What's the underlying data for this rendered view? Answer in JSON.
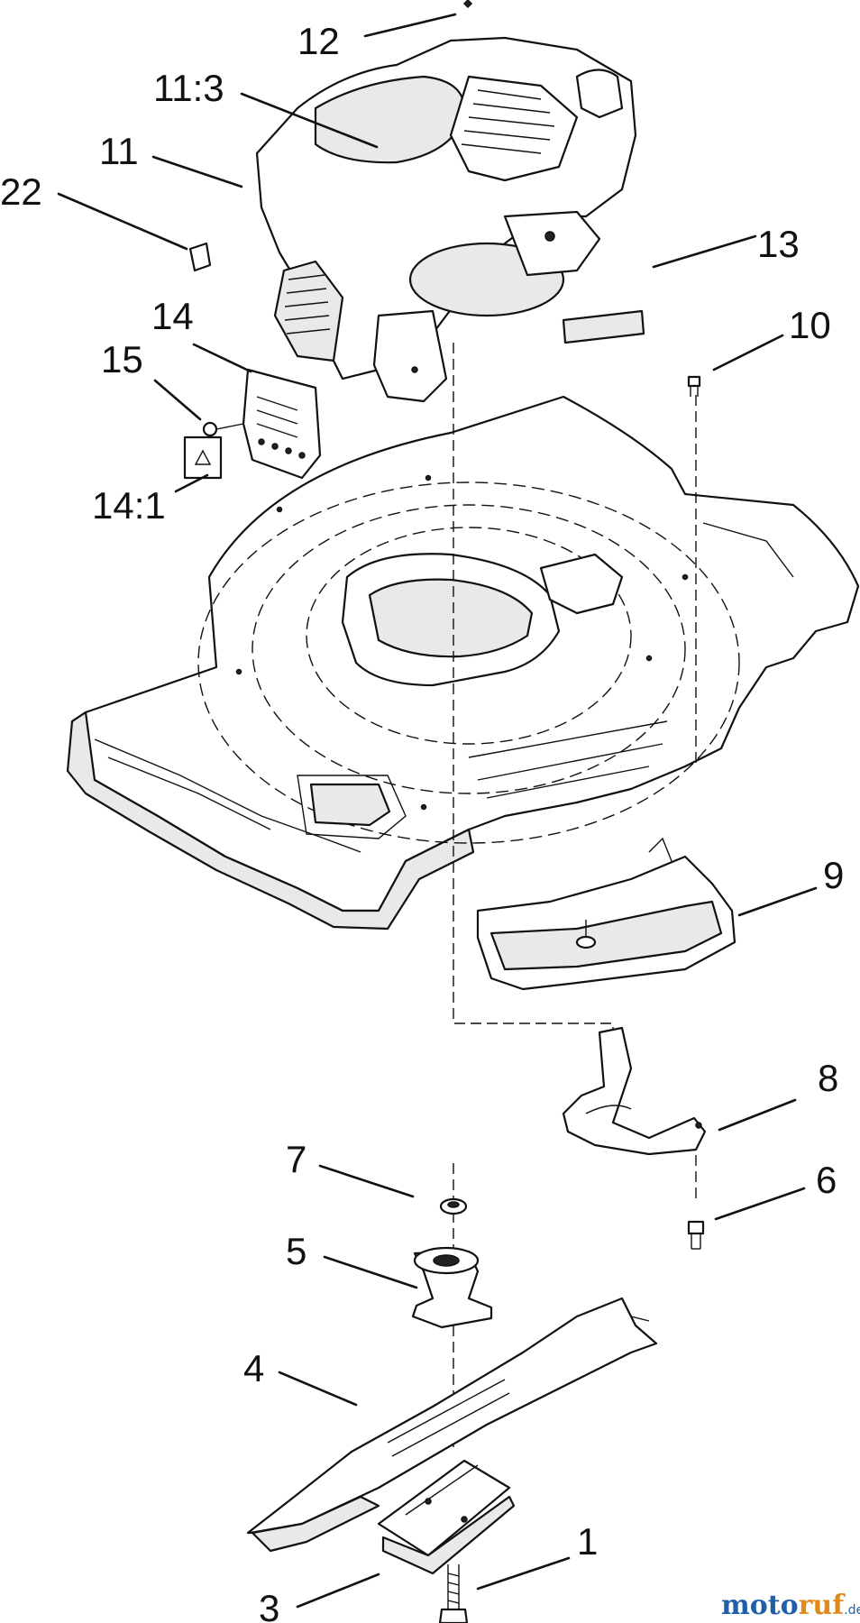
{
  "callouts": [
    {
      "id": "12",
      "text": "12"
    },
    {
      "id": "11-3",
      "text": "11:3"
    },
    {
      "id": "11",
      "text": "11"
    },
    {
      "id": "22",
      "text": "22"
    },
    {
      "id": "13",
      "text": "13"
    },
    {
      "id": "10",
      "text": "10"
    },
    {
      "id": "14",
      "text": "14"
    },
    {
      "id": "15",
      "text": "15"
    },
    {
      "id": "14-1",
      "text": "14:1"
    },
    {
      "id": "9",
      "text": "9"
    },
    {
      "id": "8",
      "text": "8"
    },
    {
      "id": "7",
      "text": "7"
    },
    {
      "id": "6",
      "text": "6"
    },
    {
      "id": "5",
      "text": "5"
    },
    {
      "id": "4",
      "text": "4"
    },
    {
      "id": "1",
      "text": "1"
    },
    {
      "id": "3",
      "text": "3"
    }
  ],
  "watermark": {
    "part_a": "moto",
    "part_b": "ruf",
    "suffix": ".de"
  }
}
